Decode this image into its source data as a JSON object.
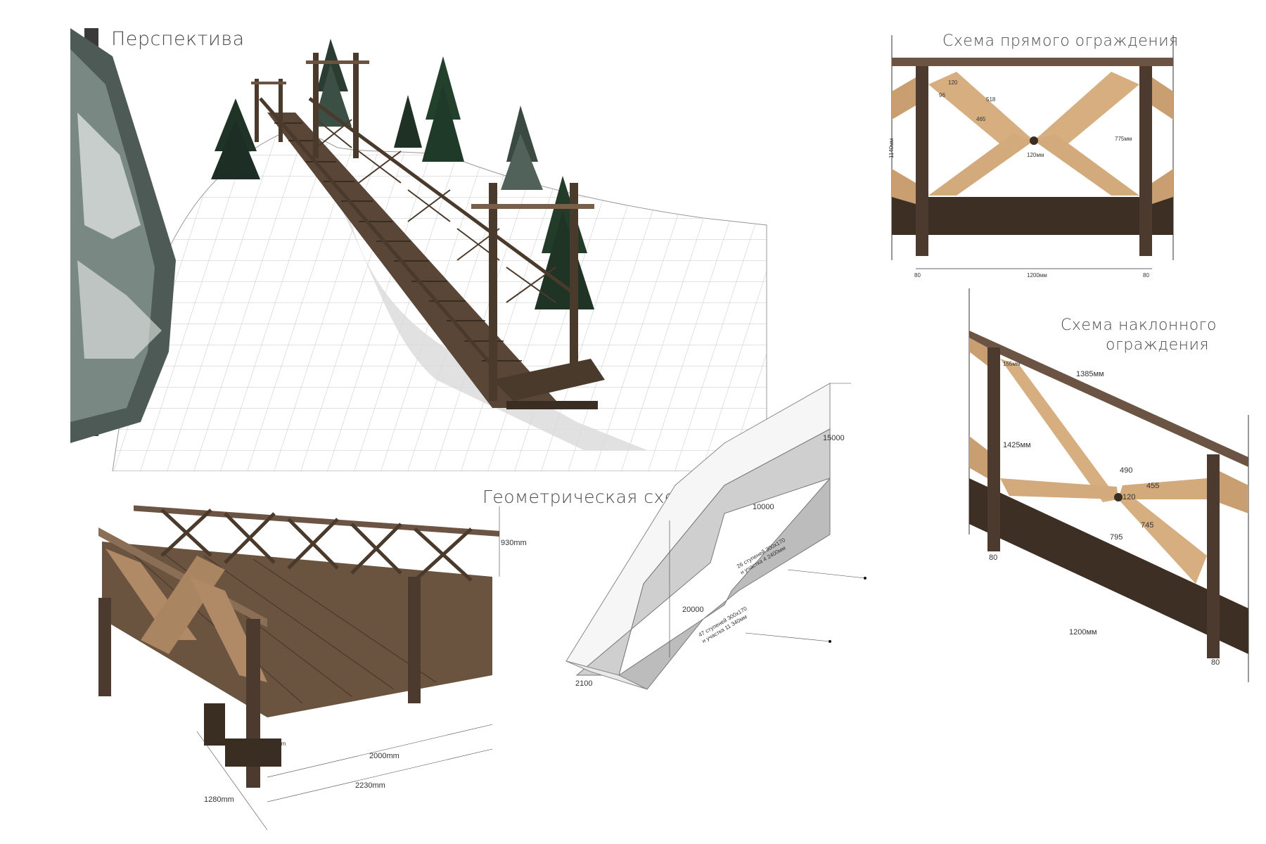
{
  "titles": {
    "perspective": "Перспектива",
    "geometric": "Геометрическая схема",
    "straight_rail": "Схема прямого ограждения",
    "inclined_rail_line1": "Схема наклонного",
    "inclined_rail_line2": "ограждения"
  },
  "geometry_dims": {
    "h_top": "15000",
    "h_mid": "10000",
    "len_main": "20000",
    "width": "2100",
    "note_upper_1": "26 ступеней 300x170",
    "note_upper_2": "н участка 4 2400мм",
    "note_lower_1": "47 ступеней 300x170",
    "note_lower_2": "н участка 11 340мм"
  },
  "platform_dims": {
    "height": "930mm",
    "inner_len": "2000mm",
    "outer_len": "2230mm",
    "depth": "1280mm",
    "small": "80mm"
  },
  "straight_dims": {
    "post_left": "80",
    "span": "1200мм",
    "post_right": "80",
    "height": "1140мм",
    "right_h": "775мм",
    "d1": "120",
    "d2": "96",
    "d3": "518",
    "d4": "465",
    "d5": "120мм"
  },
  "inclined_dims": {
    "top_len": "1385мм",
    "d_155": "155мм",
    "height": "1425мм",
    "d_490": "490",
    "d_455": "455",
    "d_120": "120",
    "d_795": "795",
    "d_745": "745",
    "post_left": "80",
    "span": "1200мм",
    "post_right": "80"
  },
  "colors": {
    "wood_dark": "#4a3a2c",
    "wood_light": "#d9b48a",
    "snow_grid": "#c8c8c8",
    "tree": "#243a2c",
    "geometry_gray": "#cfcfcf"
  }
}
